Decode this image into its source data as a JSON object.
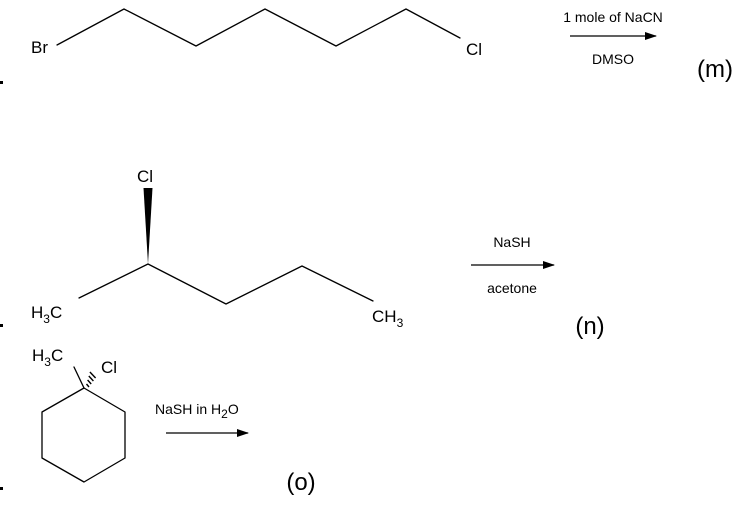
{
  "reaction_m": {
    "left_atom": "Br",
    "right_atom": "Cl",
    "reagent_above": "1 mole of NaCN",
    "reagent_below": "DMSO",
    "label": "(m)"
  },
  "reaction_n": {
    "top_atom": "Cl",
    "methyl_left_main": "H",
    "methyl_left_sub": "3",
    "methyl_left_end": "C",
    "methyl_right_main": "CH",
    "methyl_right_sub": "3",
    "reagent_above": "NaSH",
    "reagent_below": "acetone",
    "label": "(n)"
  },
  "reaction_o": {
    "methyl_main": "H",
    "methyl_sub": "3",
    "methyl_end": "C",
    "chloro_atom": "Cl",
    "reagent_main": "NaSH in H",
    "reagent_sub": "2",
    "reagent_end": "O",
    "label": "(o)"
  }
}
